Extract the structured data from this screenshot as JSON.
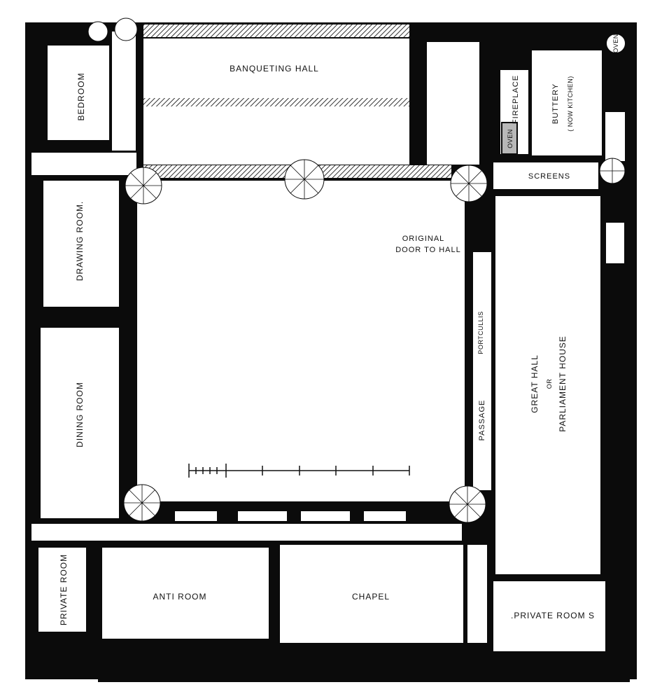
{
  "rooms": {
    "banqueting_hall": "BANQUETING HALL",
    "bedroom": "BEDROOM",
    "drawing_room": "DRAWING ROOM.",
    "dining_room": "DINING ROOM",
    "private_room_left": "PRIVATE ROOM",
    "anti_room": "ANTI ROOM",
    "chapel": "CHAPEL",
    "private_rooms_right": ".PRIVATE ROOM S",
    "great_hall_line1": "GREAT HALL",
    "great_hall_or": "OR",
    "great_hall_line2": "PARLIAMENT HOUSE",
    "screens": "SCREENS",
    "buttery_line1": "BUTTERY",
    "buttery_line2": "( NOW KITCHEN)",
    "fireplace": "FIREPLACE",
    "oven_lower": "OVEN",
    "oven_corner": "OVEN",
    "passage": "PASSAGE",
    "portcullis": "PORTCULLIS",
    "original_door_line1": "ORIGINAL",
    "original_door_line2": "DOOR TO HALL"
  },
  "colors": {
    "wall": "#0b0b0b",
    "floor": "#ffffff",
    "hatch": "#444444"
  }
}
